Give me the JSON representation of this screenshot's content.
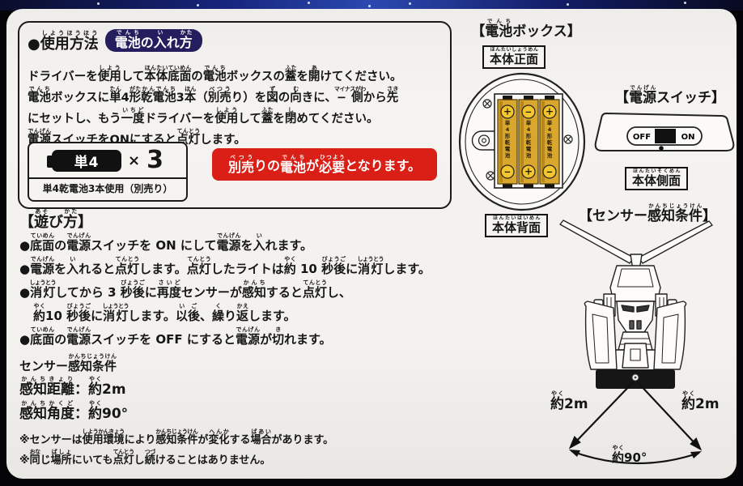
{
  "usage": {
    "heading": "●[[使用方法|しようほうほう]]",
    "badge": "[[電池|でんち]]の[[入|い]]れ[[方|かた]]",
    "lines": [
      "ドライバーを[[使用|しよう]]して[[本体底面|ほんたいていめん]]の[[電池|でんち]]ボックスの[[蓋|ふた]]を[[開|あ]]けてください。",
      "[[電池|でんち]]ボックスに[[単|たん]]4[[形|がた]][[乾電池|かんでんち]]3[[本|ほん]]（[[別売|べつう]]り）を[[図|ず]]の[[向|む]]きに、[[−側|マイナスがわ]]から[[先|さき]]",
      "にセットし、もう[[一度|いちど]]ドライバーを[[使用|しよう]]して[[蓋|ふた]]を[[閉|し]]めてください。",
      "[[電源|でんげん]]スイッチをONにすると[[点灯|てんとう]]します。"
    ],
    "battery_spec": {
      "size": "単4",
      "multiplier": "×",
      "count": "3",
      "caption": "単4乾電池3本使用（別売り）"
    },
    "warning": "[[別売|べつう]]りの[[電池|でんち]]が[[必要|ひつよう]]となります。"
  },
  "howto": {
    "heading": "【[[遊|あそ]]び[[方|かた]]】",
    "lines": [
      "●[[底面|ていめん]]の[[電源|でんげん]]スイッチを ON にして[[電源|でんげん]]を[[入|い]]れます。",
      "●[[電源|でんげん]]を[[入|い]]れると[[点灯|てんとう]]します。[[点灯|てんとう]]したライトは[[約|やく]] 10 [[秒後|びょうご]]に[[消灯|しょうとう]]します。",
      "●[[消灯|しょうとう]]してから 3 [[秒後|びょうご]]に[[再度|さいど]]センサーが[[感知|かんち]]すると[[点灯|てんとう]]し、",
      "[[約|やく]]10 [[秒後|びょうご]]に[[消灯|しょうとう]]します。[[以後|いご]]、[[繰|く]]り[[返|かえ]]します。",
      "●[[底面|ていめん]]の[[電源|でんげん]]スイッチを OFF にすると[[電源|でんげん]]が[[切|き]]れます。"
    ]
  },
  "sensor": {
    "heading": "センサー[[感知条件|かんちじょうけん]]",
    "distance": "[[感知距離|かんちきょり]]：[[約|やく]]2m",
    "angle": "[[感知角度|かんちかくど]]：[[約|やく]]90°",
    "notes": [
      "※センサーは[[使用環境|しようかんきょう]]により[[感知条件|かんちじょうけん]]が[[変化|へんか]]する[[場合|ばあい]]があります。",
      "※[[同|おな]]じ[[場所|ばしょ]]にいても[[点灯|てんとう]]し[[続|つづ]]けることはありません。"
    ]
  },
  "diagrams": {
    "battery_box": {
      "title": "【[[電池|でんち]]ボックス】",
      "front_label": "[[本体正面|ほんたいしょうめん]]",
      "back_label": "[[本体背面|ほんたいはいめん]]",
      "battery_text": "単4形乾電池",
      "polarities": [
        [
          "＋",
          "−"
        ],
        [
          "−",
          "＋"
        ],
        [
          "＋",
          "−"
        ]
      ]
    },
    "power_switch": {
      "title": "【[[電源|でんげん]]スイッチ】",
      "off_label": "OFF",
      "on_label": "ON",
      "side_label": "[[本体側面|ほんたいそくめん]]"
    },
    "sensor_range": {
      "title": "【センサー[[感知条件|かんちじょうけん]]】",
      "left_distance": "[[約|やく]]2m",
      "right_distance": "[[約|やく]]2m",
      "angle": "[[約|やく]]90°"
    }
  },
  "colors": {
    "warning_red": "#da1f17",
    "badge_navy": "#241d5e",
    "battery_gold": "#d9a62e",
    "sky_blue": "#2b49b0",
    "paper": "#f4f2ee"
  }
}
